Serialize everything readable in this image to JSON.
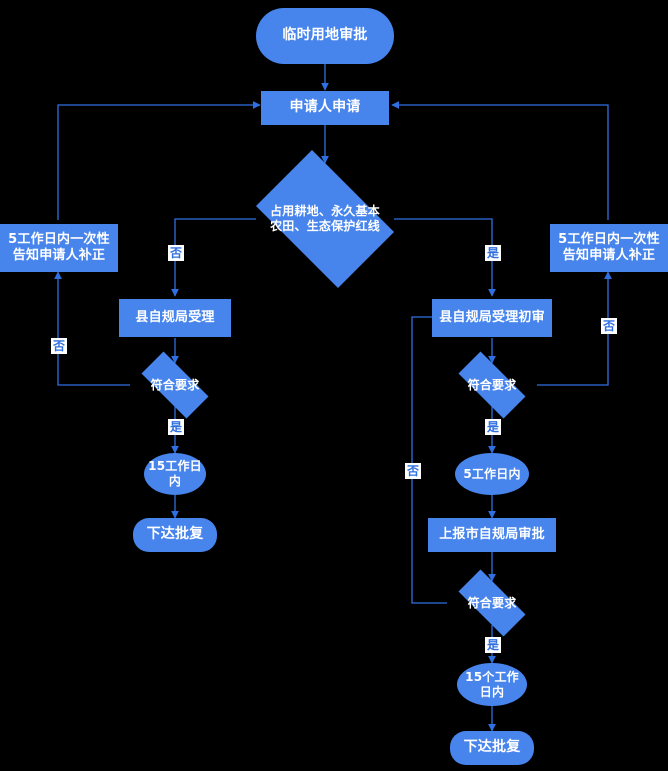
{
  "diagram": {
    "title": "临时用地审批",
    "type": "flowchart",
    "background_color": "#000000",
    "node_fill_color": "#4785ED",
    "node_text_color": "#ffffff",
    "edge_color": "#2F6FE0",
    "edge_label_bg": "#ffffff",
    "nodes": {
      "start": "临时用地审批",
      "apply": "申请人申请",
      "decision_landuse": "占用耕地、永久基本农田、生态保护红线",
      "notify_left": "5工作日内一次性告知申请人补正",
      "notify_right": "5工作日内一次性告知申请人补正",
      "county_accept": "县自规局受理",
      "county_accept_review": "县自规局受理初审",
      "check_left": "符合要求",
      "check_right": "符合要求",
      "check_city": "符合要求",
      "days15_left": "15工作日内",
      "days5_right": "5工作日内",
      "days15_right": "15个工作日内",
      "reply_left": "下达批复",
      "reply_right": "下达批复",
      "report_city": "上报市自规局审批"
    },
    "edge_labels": {
      "landuse_no": "否",
      "landuse_yes": "是",
      "check_left_no": "否",
      "check_left_yes": "是",
      "check_right_no": "否",
      "check_right_yes": "是",
      "check_city_no": "否",
      "check_city_yes": "是"
    }
  }
}
